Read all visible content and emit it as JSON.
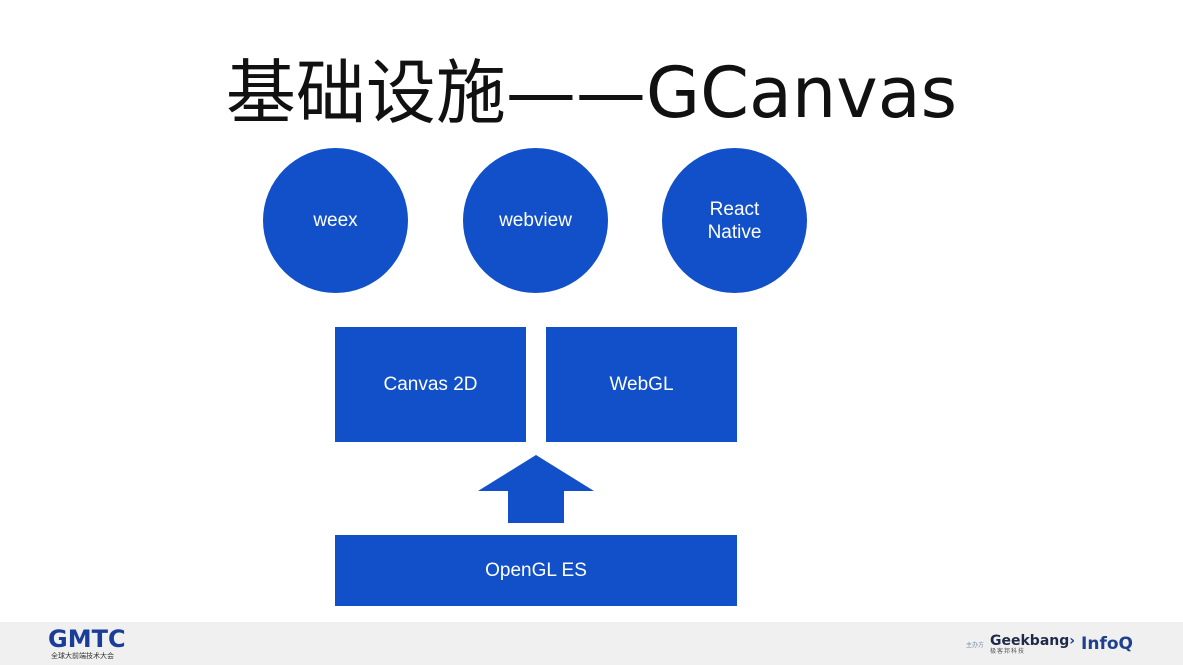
{
  "slide": {
    "title": "基础设施——GCanvas"
  },
  "diagram": {
    "runtimes": [
      {
        "label": "weex"
      },
      {
        "label": "webview"
      },
      {
        "label": "React\nNative"
      }
    ],
    "apis": [
      {
        "label": "Canvas 2D"
      },
      {
        "label": "WebGL"
      }
    ],
    "backend": {
      "label": "OpenGL ES"
    },
    "arrow_icon": "up-arrow",
    "colors": {
      "node_fill": "#1150c8",
      "node_text": "#ffffff",
      "title_text": "#111111"
    }
  },
  "footer": {
    "conference_logo": "GMTC",
    "conference_subtitle": "全球大前端技术大会",
    "sponsor_label": "主办方",
    "sponsor_geekbang": "Geekbang",
    "sponsor_geekbang_sub": "极客邦科技",
    "sponsor_infoq": "InfoQ"
  }
}
